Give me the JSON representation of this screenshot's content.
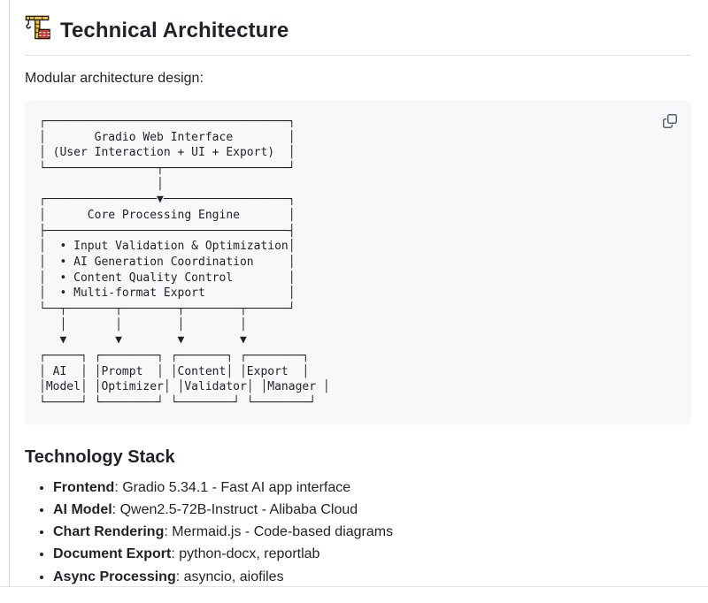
{
  "page": {
    "title": "Technical Architecture",
    "intro": "Modular architecture design:"
  },
  "diagram": {
    "ascii_lines": [
      "┌───────────────────────────────────┐",
      "│       Gradio Web Interface        │",
      "│ (User Interaction + UI + Export)  │",
      "└────────────────┬──────────────────┘",
      "                 │",
      "┌────────────────▼──────────────────┐",
      "│      Core Processing Engine       │",
      "├───────────────────────────────────┤",
      "│  • Input Validation & Optimization│",
      "│  • AI Generation Coordination     │",
      "│  • Content Quality Control        │",
      "│  • Multi-format Export            │",
      "└──┬───────┬────────┬────────┬──────┘",
      "   │       │        │        │",
      "   ▼       ▼        ▼        ▼",
      "┌─────┐ ┌────────┐ ┌───────┐ ┌────────┐",
      "│ AI  │ │Prompt  │ │Content│ │Export  │",
      "│Model│ │Optimizer│ │Validator│ │Manager │",
      "└─────┘ └────────┘ └────────┘ └────────┘"
    ],
    "nodes": {
      "top": "Gradio Web Interface (User Interaction + UI + Export)",
      "core": "Core Processing Engine",
      "core_features": [
        "Input Validation & Optimization",
        "AI Generation Coordination",
        "Content Quality Control",
        "Multi-format Export"
      ],
      "modules": [
        "AI Model",
        "Prompt Optimizer",
        "Content Validator",
        "Export Manager"
      ]
    }
  },
  "tech_stack": {
    "heading": "Technology Stack",
    "items": [
      {
        "label": "Frontend",
        "rest": ": Gradio 5.34.1 - Fast AI app interface"
      },
      {
        "label": "AI Model",
        "rest": ": Qwen2.5-72B-Instruct - Alibaba Cloud"
      },
      {
        "label": "Chart Rendering",
        "rest": ": Mermaid.js - Code-based diagrams"
      },
      {
        "label": "Document Export",
        "rest": ": python-docx, reportlab"
      },
      {
        "label": "Async Processing",
        "rest": ": asyncio, aiofiles"
      }
    ]
  },
  "colors": {
    "text": "#1f2328",
    "code_background": "#f6f8fa",
    "divider": "#dde1e6",
    "icon_gray": "#59636e",
    "crane_yellow": "#f2c233",
    "crane_red": "#c7372f"
  }
}
